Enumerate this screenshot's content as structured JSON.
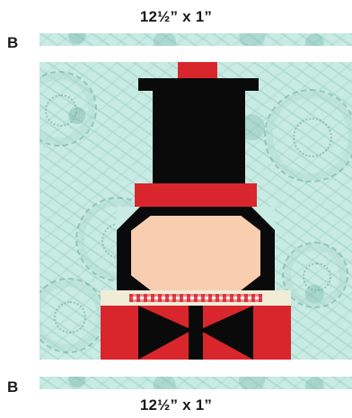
{
  "labels": {
    "strip_top_dim": "12½” x 1”",
    "strip_top_letter": "B",
    "strip_bottom_letter": "B",
    "strip_bottom_dim": "12½” x 1”"
  },
  "colors": {
    "background_fabric": "#c8ebe3",
    "black": "#0a0a0a",
    "red": "#d9262c",
    "skin": "#f8cdb0",
    "cream": "#f1ecd6",
    "gingham_red": "#d9262c",
    "gingham_white": "#ffffff"
  },
  "block": {
    "subject": "nutcracker-soldier",
    "parts": [
      "hat-top",
      "hat",
      "hat-band",
      "face",
      "collar",
      "ribbon",
      "jacket",
      "bow"
    ]
  }
}
